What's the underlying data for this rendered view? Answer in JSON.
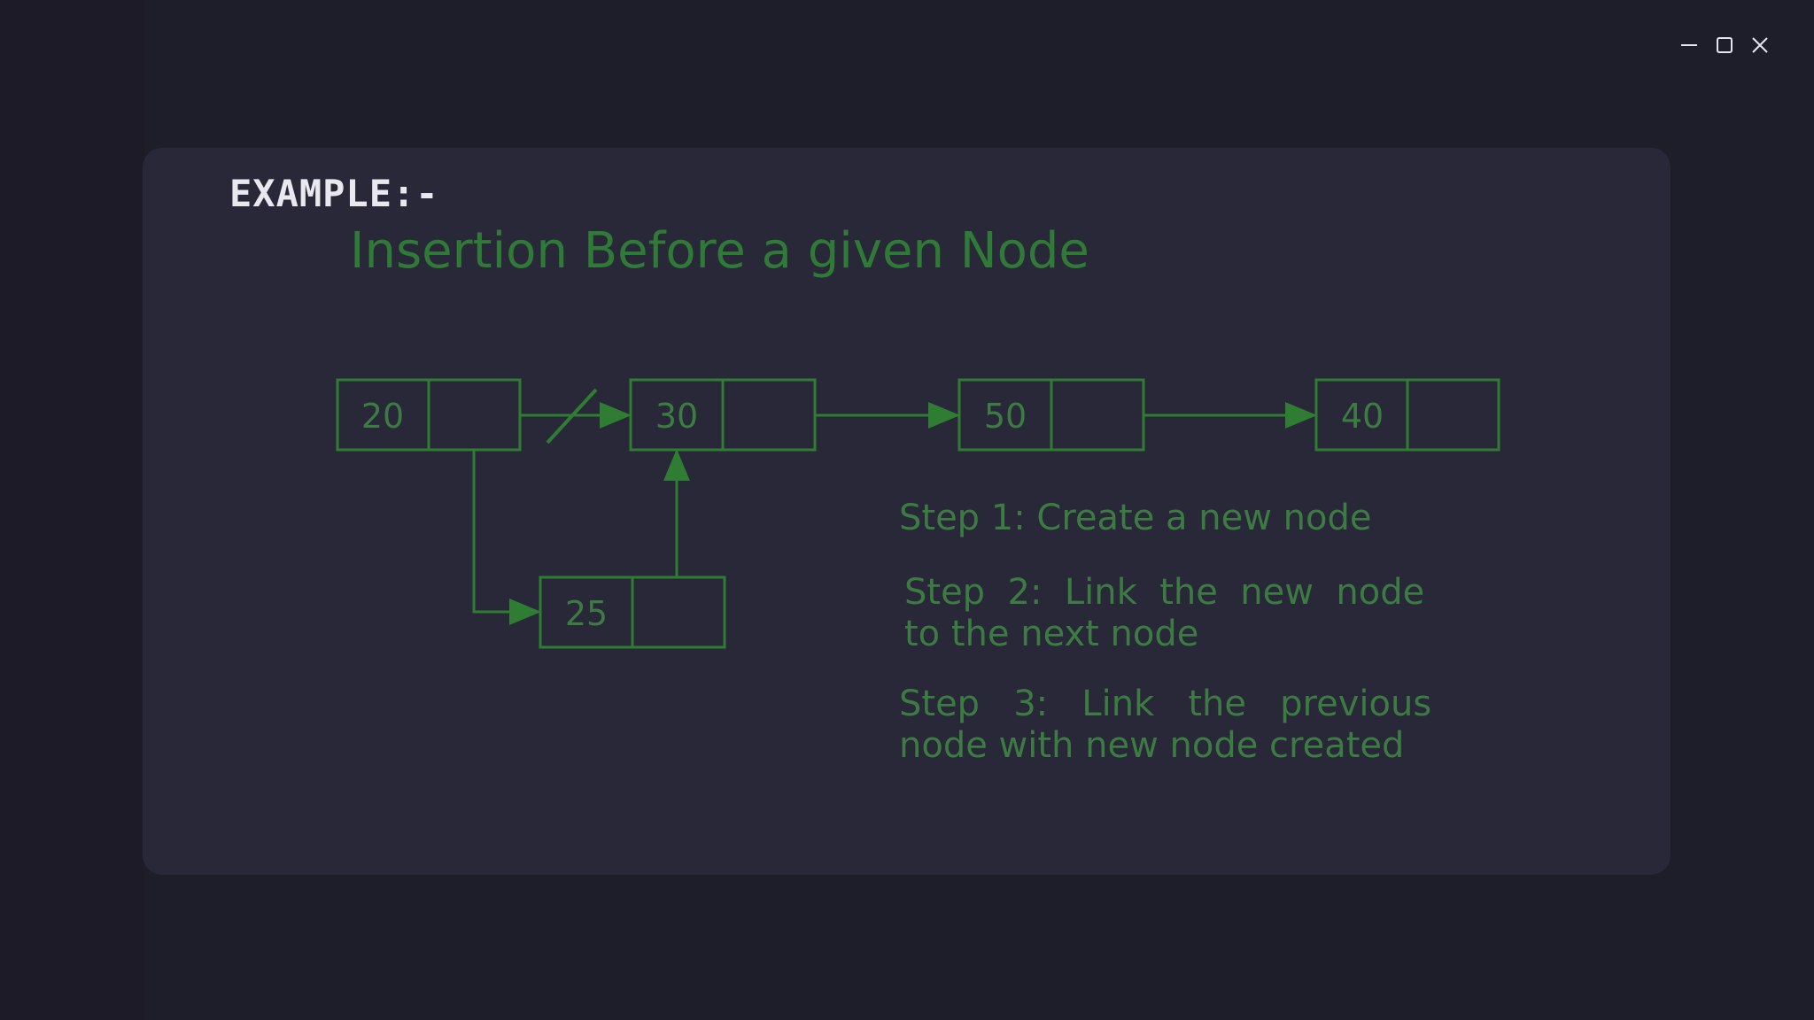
{
  "window": {
    "controls": [
      "minimize-icon",
      "maximize-icon",
      "close-icon"
    ]
  },
  "slide": {
    "heading": "EXAMPLE:-"
  },
  "diagram": {
    "title": "Insertion Before a given Node",
    "nodes": {
      "n20": "20",
      "n30": "30",
      "n50": "50",
      "n40": "40",
      "n25": "25"
    },
    "steps": {
      "step1": "Step 1: Create a new node",
      "step2_line1": "Step  2:  Link  the  new  node",
      "step2_line2": "to the next node",
      "step3_line1": "Step   3:   Link   the   previous",
      "step3_line2": "node with new node created"
    },
    "colors": {
      "accent": "#2e7d32",
      "text": "#3c7b42",
      "background": "#292839"
    }
  }
}
